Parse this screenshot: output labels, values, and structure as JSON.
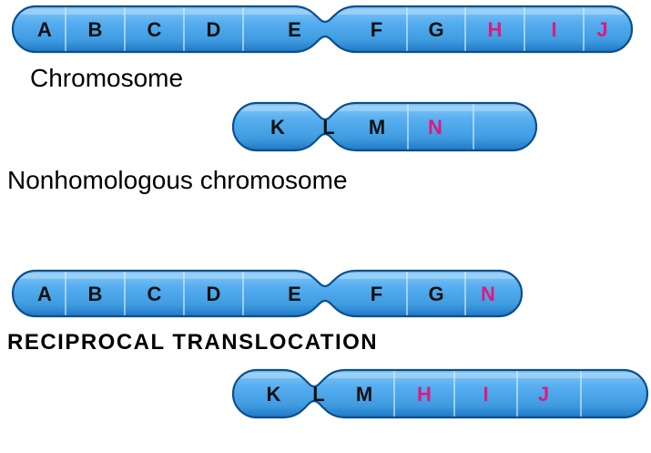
{
  "labels": {
    "chromosome": "Chromosome",
    "nonhomologous": "Nonhomologous chromosome",
    "translocation": "RECIPROCAL TRANSLOCATION"
  },
  "colors": {
    "chromosome_fill": "#3f9be0",
    "chromosome_light": "#8cc9f5",
    "chromosome_outline": "#0a4f8e",
    "band_line": "#dbeefb",
    "gene_text": "#111111",
    "translocated_gene_text": "#e0197d"
  },
  "chromosomes": [
    {
      "id": "original-chromosome",
      "genes": [
        {
          "label": "A",
          "highlight": false
        },
        {
          "label": "B",
          "highlight": false
        },
        {
          "label": "C",
          "highlight": false
        },
        {
          "label": "D",
          "highlight": false
        },
        {
          "label": "E",
          "highlight": false
        },
        {
          "label": "F",
          "highlight": false
        },
        {
          "label": "G",
          "highlight": false
        },
        {
          "label": "H",
          "highlight": true
        },
        {
          "label": "I",
          "highlight": true
        },
        {
          "label": "J",
          "highlight": true
        }
      ]
    },
    {
      "id": "nonhomologous-chromosome",
      "genes": [
        {
          "label": "K",
          "highlight": false
        },
        {
          "label": "L",
          "highlight": false
        },
        {
          "label": "M",
          "highlight": false
        },
        {
          "label": "N",
          "highlight": true
        }
      ]
    },
    {
      "id": "translocated-chromosome-1",
      "genes": [
        {
          "label": "A",
          "highlight": false
        },
        {
          "label": "B",
          "highlight": false
        },
        {
          "label": "C",
          "highlight": false
        },
        {
          "label": "D",
          "highlight": false
        },
        {
          "label": "E",
          "highlight": false
        },
        {
          "label": "F",
          "highlight": false
        },
        {
          "label": "G",
          "highlight": false
        },
        {
          "label": "N",
          "highlight": true
        }
      ]
    },
    {
      "id": "translocated-chromosome-2",
      "genes": [
        {
          "label": "K",
          "highlight": false
        },
        {
          "label": "L",
          "highlight": false
        },
        {
          "label": "M",
          "highlight": false
        },
        {
          "label": "H",
          "highlight": true
        },
        {
          "label": "I",
          "highlight": true
        },
        {
          "label": "J",
          "highlight": true
        }
      ]
    }
  ]
}
